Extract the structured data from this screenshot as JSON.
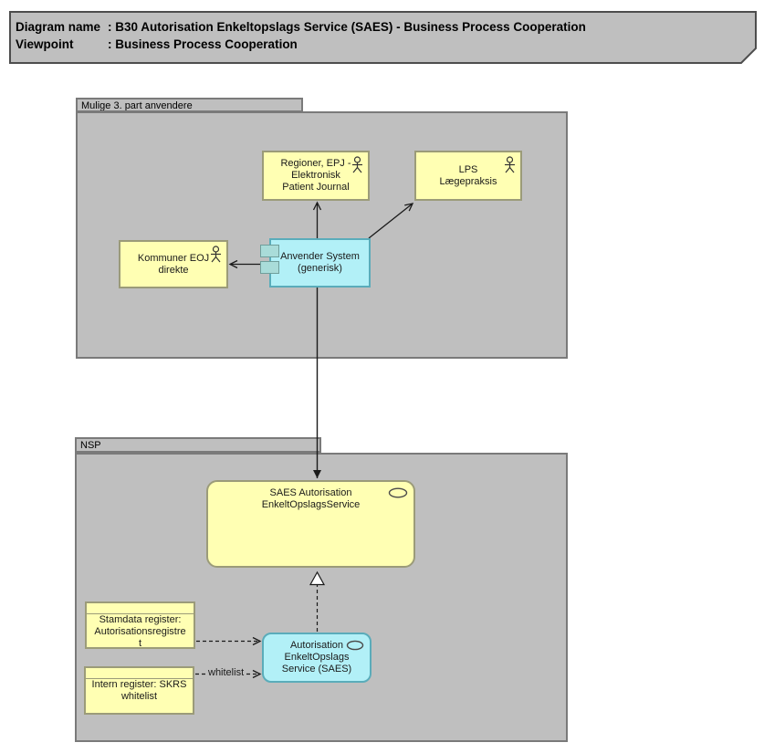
{
  "title": {
    "rows": [
      {
        "label": "Diagram name",
        "value": ": B30 Autorisation Enkeltopslags Service (SAES) - Business Process Cooperation"
      },
      {
        "label": "Viewpoint",
        "value": ": Business Process Cooperation"
      }
    ]
  },
  "groups": {
    "third_party": {
      "label": "Mulige 3. part anvendere"
    },
    "nsp": {
      "label": "NSP"
    }
  },
  "nodes": {
    "regioner": {
      "label": "Regioner, EPJ -\nElektronisk\nPatient Journal",
      "type": "business-actor"
    },
    "lps": {
      "label": "LPS\nLægepraksis",
      "type": "business-actor"
    },
    "kommuner": {
      "label": "Kommuner EOJ\ndirekte",
      "type": "business-actor"
    },
    "anvender": {
      "label": "Anvender System\n(generisk)",
      "type": "application-component"
    },
    "saes_service": {
      "label": "SAES Autorisation\nEnkeltOpslagsService",
      "type": "application-service"
    },
    "autorisation_service": {
      "label": "Autorisation\nEnkeltOpslags\nService (SAES)",
      "type": "application-service"
    },
    "stamdata": {
      "label": "Stamdata register:\nAutorisationsregistre\nt",
      "type": "object"
    },
    "intern": {
      "label": "Intern register: SKRS\nwhitelist",
      "type": "object"
    }
  },
  "connections": {
    "whitelist_label": "whitelist"
  },
  "icons": {
    "actor": "actor-stick-figure-icon",
    "service": "ellipse-interface-icon",
    "component": "component-tabs-icon"
  },
  "colors": {
    "business_yellow": "#ffffb3",
    "yellow_border": "#9b9b79",
    "application_cyan": "#b2f0f7",
    "cyan_border": "#5aacba",
    "group_fill": "#bfbfbf",
    "group_border": "#7a7a7a",
    "note_fill": "#bfbfbf",
    "note_border": "#4d4d4d",
    "line": "#1a1a1a"
  }
}
